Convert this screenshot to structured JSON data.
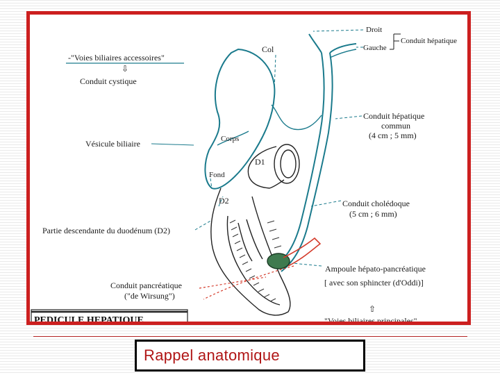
{
  "slide": {
    "caption": "Rappel anatomique",
    "frame_color": "#cc1f1f",
    "caption_color": "#b01515"
  },
  "diagram": {
    "labels": {
      "voies_accessoires": "-\"Voies biliaires accessoires\"",
      "arrow_down": "⇩",
      "conduit_cystique": "Conduit cystique",
      "col": "Col",
      "droit": "Droit",
      "gauche": "Gauche",
      "conduit_hepatique": "Conduit hépatique",
      "hep_commun_1": "Conduit hépatique",
      "hep_commun_2": "commun",
      "hep_commun_3": "(4 cm ; 5 mm)",
      "vesicule": "Vésicule biliaire",
      "corps": "Corps",
      "d1": "D1",
      "fond": "Fond",
      "d2": "D2",
      "choledoque_1": "Conduit cholédoque",
      "choledoque_2": "(5 cm ; 6 mm)",
      "partie_d2": "Partie descendante du duodénum (D2)",
      "ampoule_1": "Ampoule hépato-pancréatique",
      "ampoule_2": "[ avec son sphincter (d'Oddi)]",
      "pancreatique_1": "Conduit pancréatique",
      "pancreatique_2": "(\"de Wirsung\")",
      "arrow_up": "⇧",
      "voies_principales": "\"Voies biliaires principales\"",
      "pedicule": "PEDICULE HEPATIQUE"
    }
  }
}
